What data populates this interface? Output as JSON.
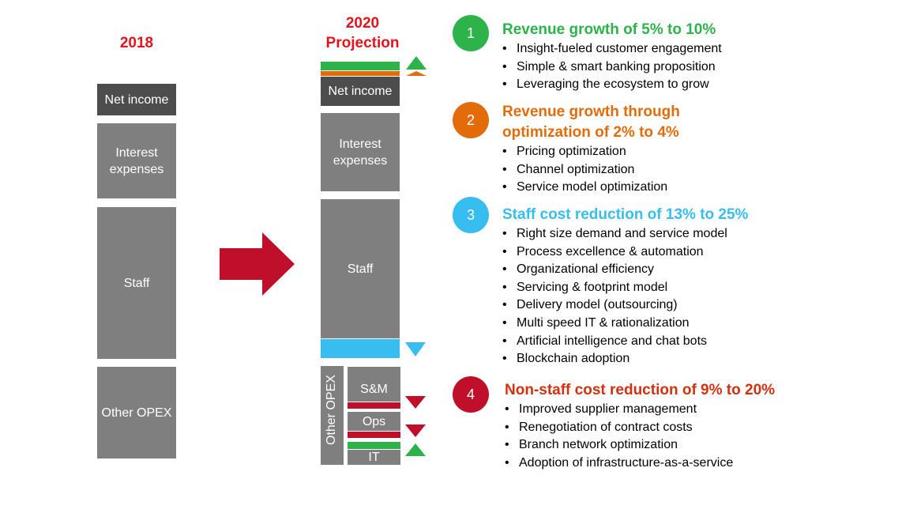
{
  "left_column": {
    "year": "2018",
    "blocks": [
      "Net income",
      "Interest expenses",
      "Staff",
      "Other OPEX"
    ]
  },
  "right_column": {
    "year": "2020 Projection",
    "net_income": "Net income",
    "interest": "Interest expenses",
    "staff": "Staff",
    "other_opex": "Other OPEX",
    "sm": "S&M",
    "ops": "Ops",
    "it": "IT"
  },
  "levers": [
    {
      "number": "1",
      "title": "Revenue growth of 5% to 10%",
      "color": "#2cb34a",
      "bullets": [
        "Insight-fueled customer engagement",
        "Simple & smart banking proposition",
        "Leveraging the ecosystem to grow"
      ]
    },
    {
      "number": "2",
      "title_line1": "Revenue growth through",
      "title_line2": "optimization of 2% to 4%",
      "color": "#e36c0a",
      "bullets": [
        "Pricing optimization",
        "Channel optimization",
        "Service model optimization"
      ]
    },
    {
      "number": "3",
      "title": "Staff cost reduction of 13% to 25%",
      "color": "#38bdf1",
      "bullets": [
        "Right size demand and service model",
        "Process excellence & automation",
        "Organizational efficiency",
        "Servicing & footprint model",
        "Delivery model (outsourcing)",
        "Multi speed IT & rationalization",
        "Artificial intelligence and chat bots",
        "Blockchain adoption"
      ]
    },
    {
      "number": "4",
      "title": "Non-staff cost reduction of 9% to 20%",
      "color": "#c00f2a",
      "title_color": "#d4300f",
      "bullets": [
        "Improved supplier management",
        "Renegotiation of contract costs",
        "Branch network optimization",
        "Adoption of infrastructure-as-a-service"
      ]
    }
  ],
  "colors": {
    "block_gray": "#7f7f7f",
    "block_dark": "#4d4d4d",
    "arrow_red": "#c00f2a",
    "green": "#2cb34a",
    "orange": "#e36c0a",
    "blue": "#38bdf1",
    "red": "#c00f2a"
  }
}
